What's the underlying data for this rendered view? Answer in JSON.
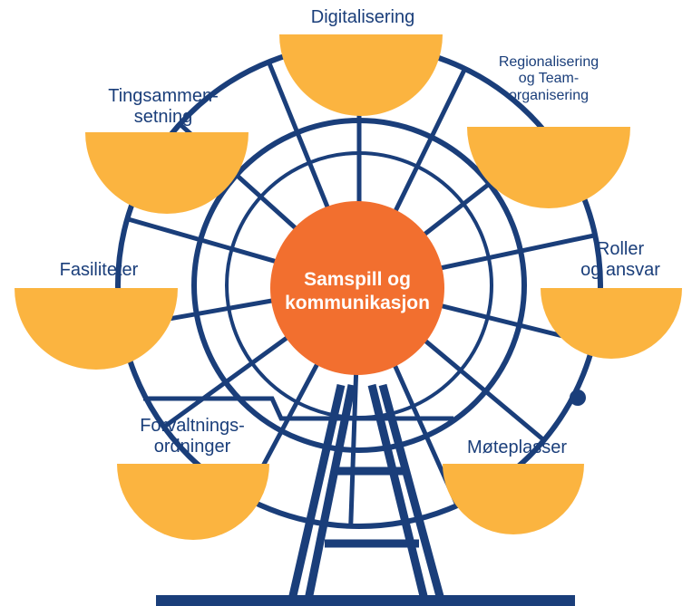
{
  "colors": {
    "frame": "#1a3e7a",
    "gondola": "#fbb440",
    "hub": "#f26f2f",
    "hub_text": "#ffffff"
  },
  "hub": {
    "label": "Samspill og\nkommunikasjon"
  },
  "gondolas": [
    {
      "id": "digitalisering",
      "label": "Digitalisering"
    },
    {
      "id": "regionalisering",
      "label": "Regionalisering\nog Team-\norganisering"
    },
    {
      "id": "roller",
      "label": "Roller\nog ansvar"
    },
    {
      "id": "moteplasser",
      "label": "Møteplasser"
    },
    {
      "id": "forvaltning",
      "label": "Forvaltnings-\nordninger"
    },
    {
      "id": "fasiliteter",
      "label": "Fasiliteter"
    },
    {
      "id": "tingsammensetning",
      "label": "Tingsammen-\nsetning"
    }
  ]
}
